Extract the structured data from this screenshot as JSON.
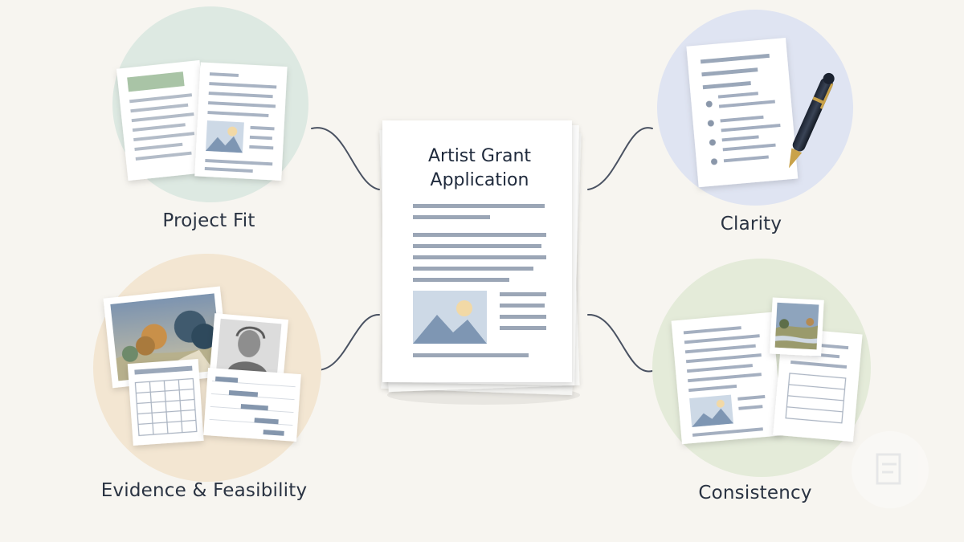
{
  "center": {
    "title_line1": "Artist Grant",
    "title_line2": "Application"
  },
  "criteria": {
    "project_fit": "Project Fit",
    "clarity": "Clarity",
    "evidence": "Evidence & Feasibility",
    "consistency": "Consistency"
  },
  "colors": {
    "background": "#f7f5f0",
    "circle_project_fit": "#dde9e2",
    "circle_clarity": "#dfe4f2",
    "circle_evidence": "#f3e6d2",
    "circle_consistency": "#e4ebd9",
    "text_line": "#9ba6b6",
    "connector": "#4a5262"
  }
}
